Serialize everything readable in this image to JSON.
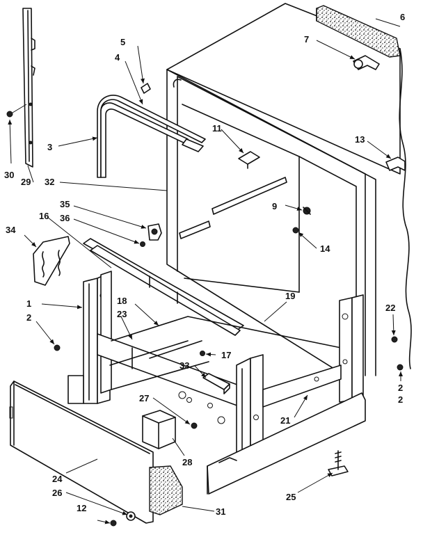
{
  "diagram": {
    "labels": [
      {
        "id": "1",
        "text": "1"
      },
      {
        "id": "2a",
        "text": "2"
      },
      {
        "id": "2b",
        "text": "2"
      },
      {
        "id": "2c",
        "text": "2"
      },
      {
        "id": "3",
        "text": "3"
      },
      {
        "id": "4",
        "text": "4"
      },
      {
        "id": "5",
        "text": "5"
      },
      {
        "id": "6",
        "text": "6"
      },
      {
        "id": "7",
        "text": "7"
      },
      {
        "id": "9",
        "text": "9"
      },
      {
        "id": "11",
        "text": "11"
      },
      {
        "id": "12",
        "text": "12"
      },
      {
        "id": "13",
        "text": "13"
      },
      {
        "id": "14",
        "text": "14"
      },
      {
        "id": "16",
        "text": "16"
      },
      {
        "id": "17",
        "text": "17"
      },
      {
        "id": "18",
        "text": "18"
      },
      {
        "id": "19",
        "text": "19"
      },
      {
        "id": "21",
        "text": "21"
      },
      {
        "id": "22",
        "text": "22"
      },
      {
        "id": "23",
        "text": "23"
      },
      {
        "id": "24",
        "text": "24"
      },
      {
        "id": "25",
        "text": "25"
      },
      {
        "id": "26",
        "text": "26"
      },
      {
        "id": "27",
        "text": "27"
      },
      {
        "id": "28",
        "text": "28"
      },
      {
        "id": "29",
        "text": "29"
      },
      {
        "id": "30",
        "text": "30"
      },
      {
        "id": "31",
        "text": "31"
      },
      {
        "id": "32",
        "text": "32"
      },
      {
        "id": "33",
        "text": "33"
      },
      {
        "id": "34",
        "text": "34"
      },
      {
        "id": "35",
        "text": "35"
      },
      {
        "id": "36",
        "text": "36"
      }
    ]
  }
}
